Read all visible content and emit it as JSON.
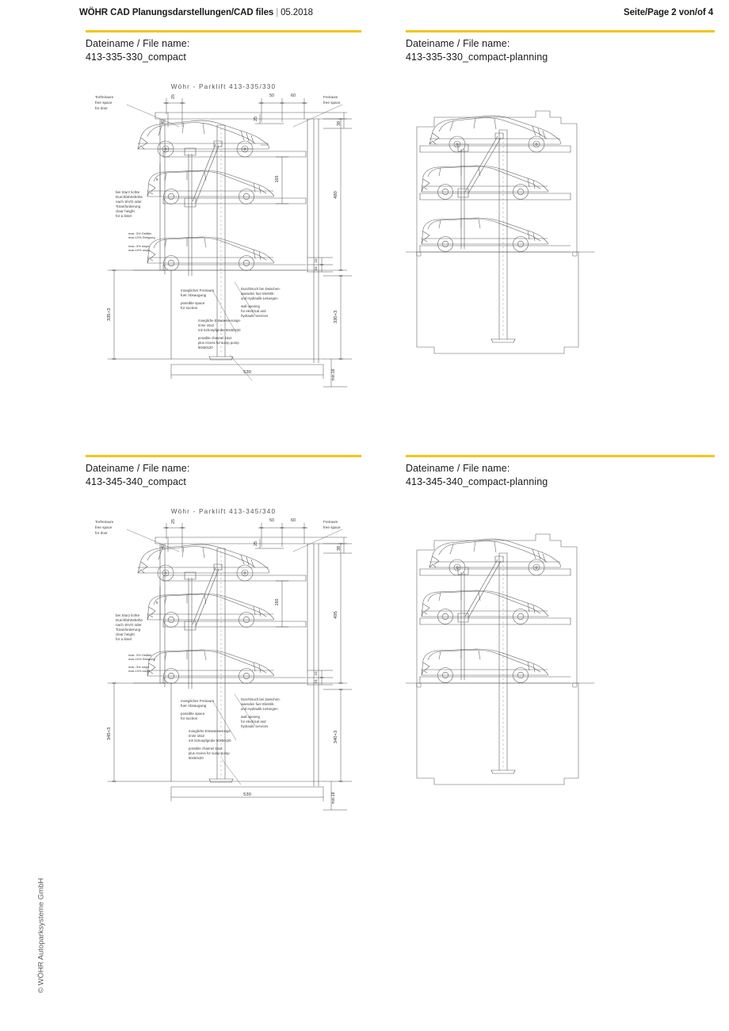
{
  "header": {
    "title": "WÖHR CAD Planungsdarstellungen/CAD files",
    "separator": "|",
    "date": "05.2018",
    "page_info": "Seite/Page 2 von/of 4"
  },
  "accent_color": "#f5c518",
  "panels": [
    {
      "id": "panel-tl",
      "label": "Dateiname / File name:",
      "filename": "413-335-330_compact"
    },
    {
      "id": "panel-tr",
      "label": "Dateiname / File name:",
      "filename": "413-335-330_compact-planning"
    },
    {
      "id": "panel-bl",
      "label": "Dateiname / File name:",
      "filename": "413-345-340_compact"
    },
    {
      "id": "panel-br",
      "label": "Dateiname / File name:",
      "filename": "413-345-340_compact-planning"
    }
  ],
  "drawings": {
    "top_dimensioned": {
      "title": "Wöhr - Parklift 413-335/330",
      "annotations": {
        "door_free_space_de": "Torfreiraum",
        "door_free_space_en1": "free space",
        "door_free_space_en2": "for door",
        "right_free_space_de": "Freiraum",
        "right_free_space_en": "free space",
        "lintel_de1": "bei Sturz lichte",
        "lintel_de2": "Durchfahrtshöhe",
        "lintel_de3": "nach StVO oder",
        "lintel_de4": "Toranforderung",
        "lintel_en1": "clear height",
        "lintel_en2": "for a lintel",
        "slope_de1": "max. 3% Gefälle",
        "slope_de2": "max.10% Steigung",
        "slope_en1": "max.-3% slope",
        "slope_en2": "max.10% slope",
        "suction_de1": "moeglicher Freiraum",
        "suction_de2": "fuer Absaugung",
        "suction_en1": "possible space",
        "suction_en2": "for suction",
        "channel_de1": "moegliche Entwaesserungs-",
        "channel_de2": "rinne 16x2",
        "channel_de3": "mit Schoepfgrube 50x50x20",
        "channel_en1": "possible channel 16x2",
        "channel_en2": "plus recess for sump pump",
        "channel_en3": "50x50x20",
        "wall_de1": "Durchbruch bei Zwischen-",
        "wall_de2": "waenden fuer Elektrik-",
        "wall_de3": "und Hydraulik-Leitungen",
        "wall_en1": "wall opening",
        "wall_en2": "for electrical and",
        "wall_en3": "hydraulic services"
      },
      "dimensions": {
        "top_25": "25",
        "top_40": "40",
        "top_50": "50",
        "top_60": "60",
        "top_25b": "25",
        "top_38": "38",
        "mid_165": "165",
        "right_total": "480",
        "right_pit": "330+3",
        "small_10": "10",
        "small_15": "15",
        "left_total": "335+3",
        "bottom_width": "530",
        "foundation": "min.18",
        "mark_x": "x"
      }
    },
    "bottom_dimensioned": {
      "title": "Wöhr - Parklift 413-345/340",
      "annotations": {
        "door_free_space_de": "Torfreiraum",
        "door_free_space_en1": "free space",
        "door_free_space_en2": "for door",
        "right_free_space_de": "Freiraum",
        "right_free_space_en": "free space",
        "lintel_de1": "bei Sturz lichte",
        "lintel_de2": "Durchfahrtshöhe",
        "lintel_de3": "nach StVO oder",
        "lintel_de4": "Toranforderung",
        "lintel_en1": "clear height",
        "lintel_en2": "for a lintel",
        "slope_de1": "max. 3% Gefälle",
        "slope_de2": "max.10% Steigung",
        "slope_en1": "max.-3% slope",
        "slope_en2": "max.10% slope",
        "suction_de1": "moeglicher Freiraum",
        "suction_de2": "fuer Absaugung",
        "suction_en1": "possible space",
        "suction_en2": "for suction",
        "channel_de1": "moegliche Entwaesserungs-",
        "channel_de2": "rinne 16x2",
        "channel_de3": "mit Schoepfgrube 50x50x20",
        "channel_en1": "possible channel 16x2",
        "channel_en2": "plus recess for sump pump",
        "channel_en3": "50x50x20",
        "wall_de1": "Durchbruch bei Zwischen-",
        "wall_de2": "waenden fuer Elektrik-",
        "wall_de3": "und Hydraulik-Leitungen",
        "wall_en1": "wall opening",
        "wall_en2": "for electrical and",
        "wall_en3": "hydraulic services"
      },
      "dimensions": {
        "top_25": "25",
        "top_40": "40",
        "top_50": "50",
        "top_60": "60",
        "top_25b": "25",
        "top_38": "38",
        "mid_165": "160",
        "right_total": "495",
        "right_pit": "340+3",
        "small_10": "10",
        "small_15": "15",
        "left_total": "345+3",
        "bottom_width": "530",
        "foundation": "min.18",
        "mark_x": "x"
      }
    }
  },
  "footer": {
    "copyright": "© WÖHR Autoparksysteme GmbH"
  }
}
